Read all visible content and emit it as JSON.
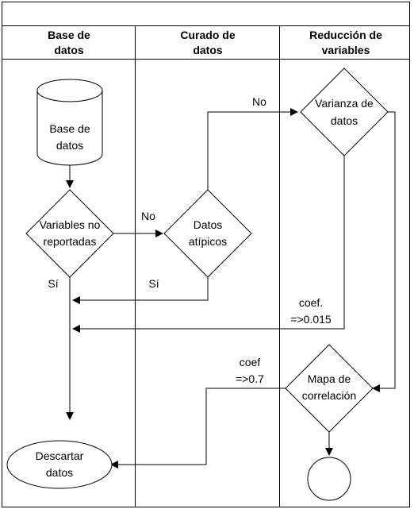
{
  "lanes": [
    {
      "title_line1": "Base de",
      "title_line2": "datos"
    },
    {
      "title_line1": "Curado de",
      "title_line2": "datos"
    },
    {
      "title_line1": "Reducción de",
      "title_line2": "variables"
    }
  ],
  "nodes": {
    "database": {
      "line1": "Base de",
      "line2": "datos"
    },
    "unreported": {
      "line1": "Variables no",
      "line2": "reportadas"
    },
    "outliers": {
      "line1": "Datos",
      "line2": "atípicos"
    },
    "variance": {
      "line1": "Varianza de",
      "line2": "datos"
    },
    "correlation": {
      "line1": "Mapa de",
      "line2": "correlación"
    },
    "discard": {
      "line1": "Descartar",
      "line2": "datos"
    }
  },
  "edges": {
    "unreported_no": "No",
    "unreported_yes": "Sí",
    "outliers_no": "No",
    "outliers_yes": "Sí",
    "variance_coef_line1": "coef.",
    "variance_coef_line2": "=>0.015",
    "correlation_coef_line1": "coef",
    "correlation_coef_line2": "=>0.7"
  }
}
